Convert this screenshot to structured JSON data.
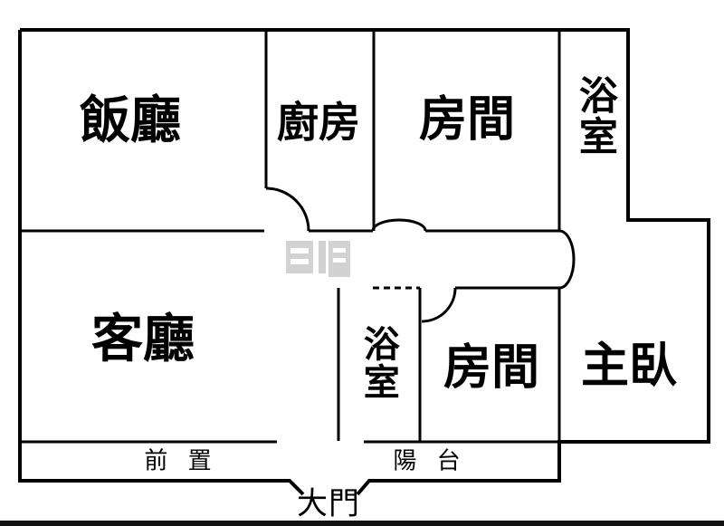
{
  "title": "apartment-floor-plan",
  "colors": {
    "wall": "#000000",
    "background": "#ffffff",
    "watermark": "#cbcbcb",
    "bottom_bar": "#111111"
  },
  "rooms": {
    "dining": "飯廳",
    "kitchen": "廚房",
    "bedroom_top": "房間",
    "bath_top": "浴室",
    "living": "客廳",
    "bath_bottom": "浴室",
    "bedroom_bottom": "房間",
    "master": "主臥"
  },
  "annotations": {
    "front_strip": "前 置",
    "balcony": "陽 台",
    "main_door": "大門"
  }
}
